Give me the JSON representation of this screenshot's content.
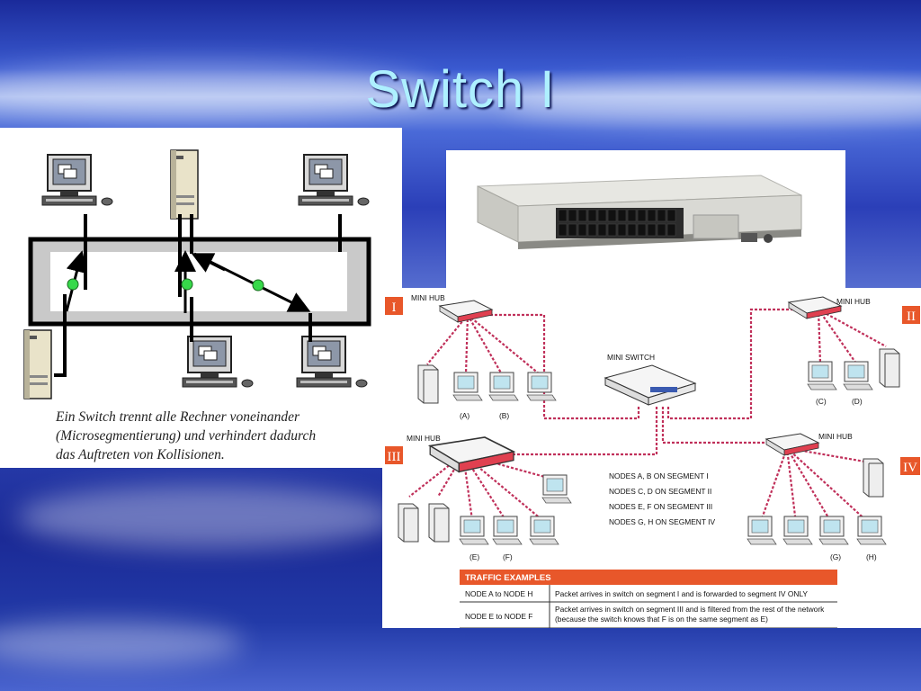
{
  "slide": {
    "title": "Switch I"
  },
  "left_diagram": {
    "caption_lines": [
      "Ein Switch trennt alle Rechner voneinander",
      "(Microsegmentierung) und verhindert dadurch",
      "das Auftreten von Kollisionen."
    ]
  },
  "network": {
    "labels": {
      "mini_hub_1": "MINI HUB",
      "mini_hub_2": "MINI HUB",
      "mini_hub_3": "MINI HUB",
      "mini_hub_4": "MINI HUB",
      "mini_switch": "MINI SWITCH"
    },
    "segments": [
      "I",
      "II",
      "III",
      "IV"
    ],
    "nodes": [
      "(A)",
      "(B)",
      "(C)",
      "(D)",
      "(E)",
      "(F)",
      "(G)",
      "(H)"
    ],
    "segment_notes": [
      "NODES A, B ON SEGMENT I",
      "NODES C, D ON SEGMENT II",
      "NODES E, F ON SEGMENT III",
      "NODES G, H ON SEGMENT IV"
    ],
    "traffic": {
      "header": "TRAFFIC EXAMPLES",
      "rows": [
        {
          "route": "NODE A to NODE H",
          "desc1": "Packet arrives in switch on segment I and is forwarded to segment IV ONLY",
          "desc2": ""
        },
        {
          "route": "NODE E to NODE F",
          "desc1": "Packet arrives in switch on segment III and is filtered from the rest of the network",
          "desc2": "(because the switch knows that F is on the same segment as E)"
        }
      ]
    },
    "colors": {
      "segment_badge": "#e8572a",
      "table_header": "#e8572a",
      "cable_red": "#c0305a",
      "cable_blue": "#4a6bd0"
    }
  }
}
